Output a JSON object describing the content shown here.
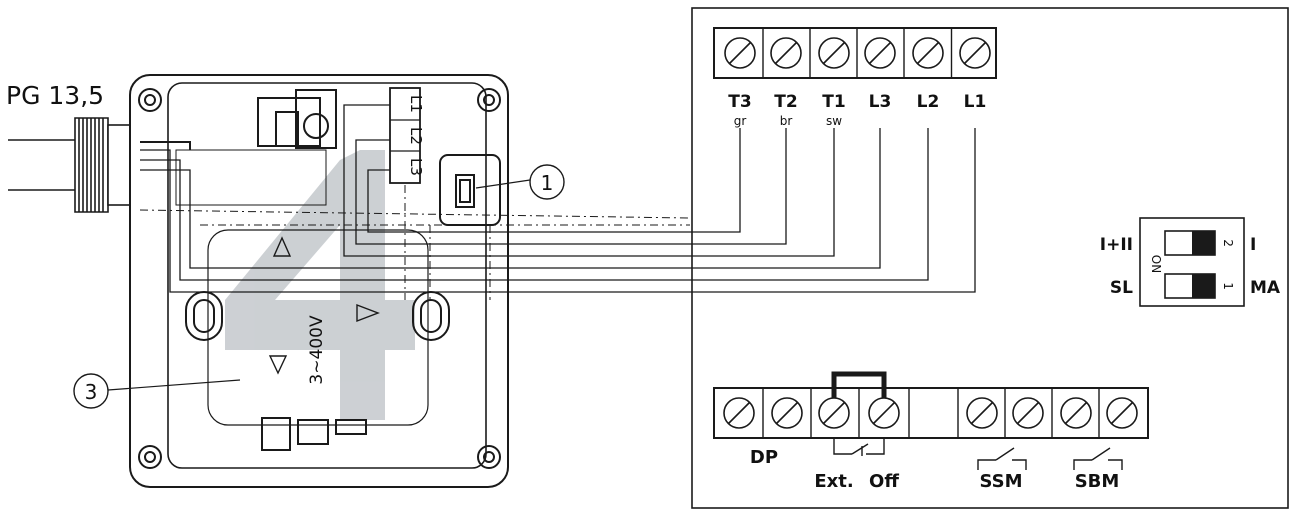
{
  "gland_label": "PG 13,5",
  "callouts": [
    "1",
    "3"
  ],
  "voltage_label": "3~400V",
  "module_terminals": [
    "L1",
    "L2",
    "L3"
  ],
  "power_terminals": [
    {
      "label": "T3",
      "sub": "gr"
    },
    {
      "label": "T2",
      "sub": "br"
    },
    {
      "label": "T1",
      "sub": "sw"
    },
    {
      "label": "L3",
      "sub": ""
    },
    {
      "label": "L2",
      "sub": ""
    },
    {
      "label": "L1",
      "sub": ""
    }
  ],
  "control_labels": {
    "dp": "DP",
    "ext": "Ext.",
    "off": "Off",
    "ssm": "SSM",
    "sbm": "SBM"
  },
  "dip_switch": {
    "on_label": "ON",
    "switch_2": {
      "number": "2",
      "left": "I+II",
      "right": "I"
    },
    "switch_1": {
      "number": "1",
      "left": "SL",
      "right": "MA"
    }
  },
  "colors": {
    "line": "#1a1a1a",
    "watermark": "#c4c8cc",
    "background": "#ffffff"
  }
}
